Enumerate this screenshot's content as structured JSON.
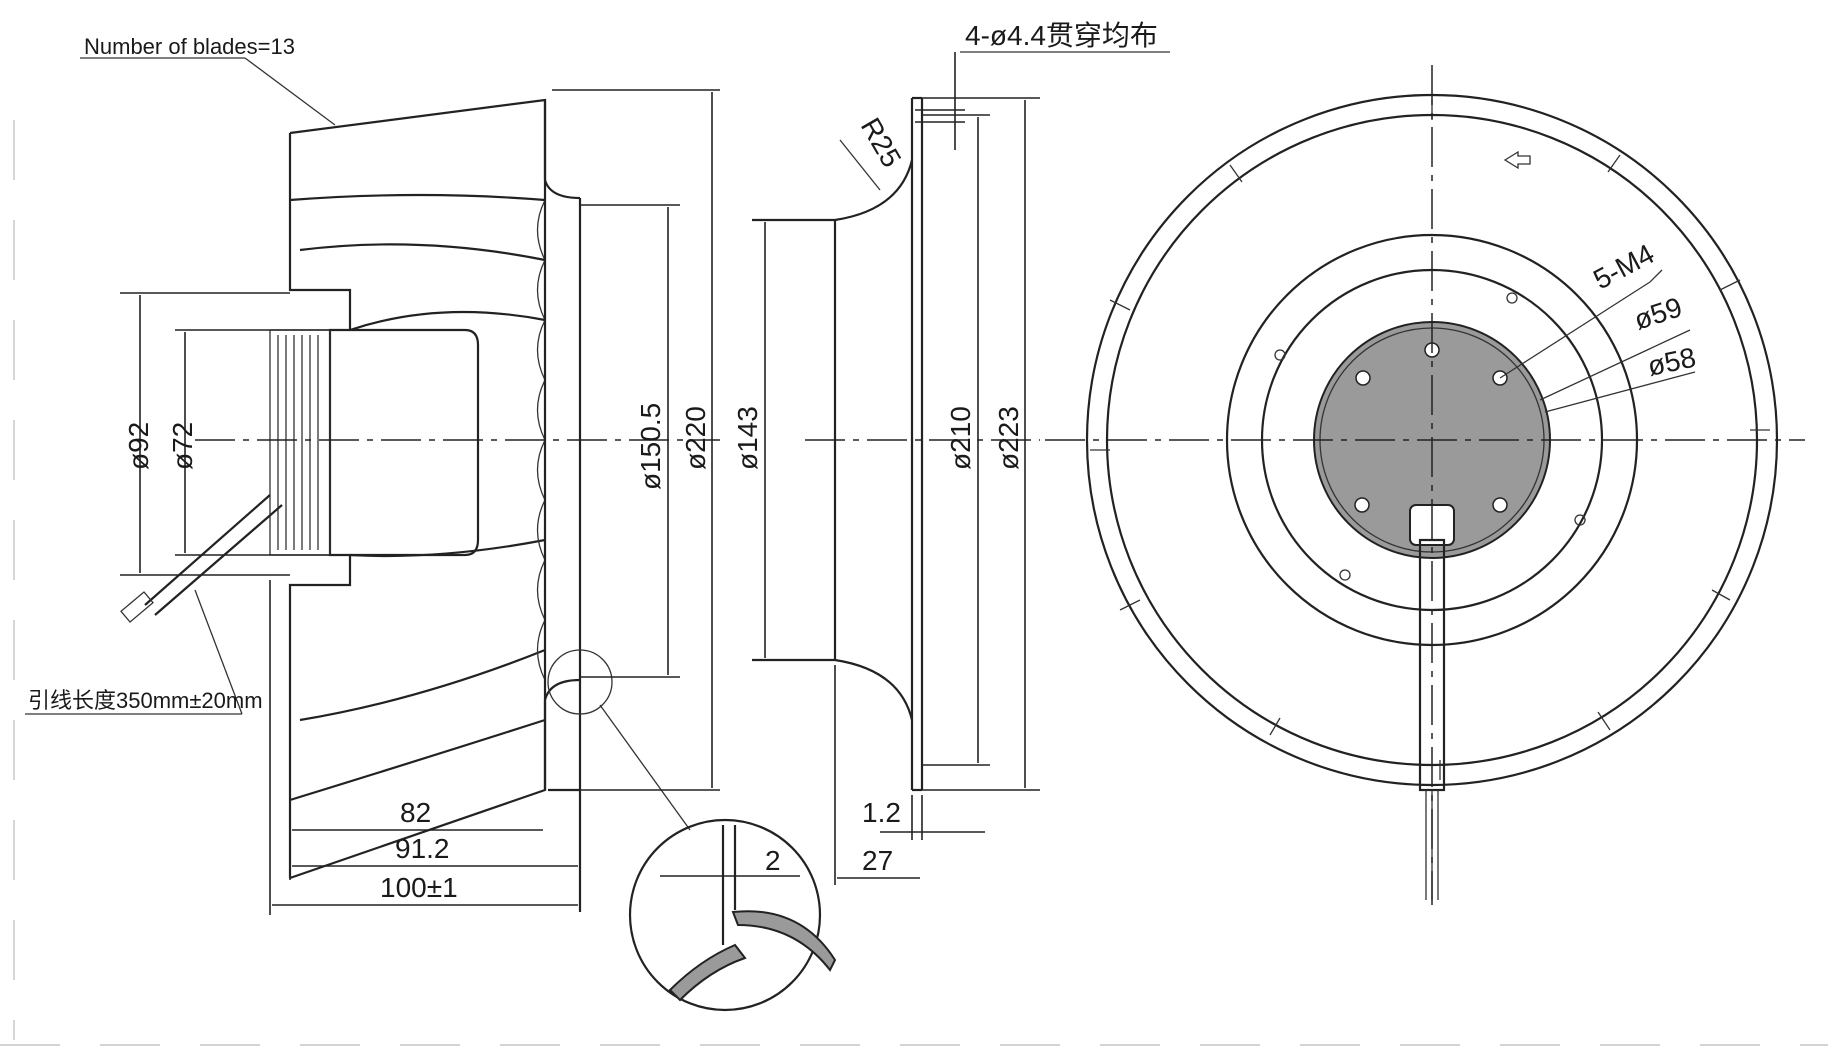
{
  "labels": {
    "blades": "Number of blades=13",
    "lead_length": "引线长度350mm±20mm",
    "holes": "4-ø4.4贯穿均布",
    "radius": "R25",
    "screws": "5-M4"
  },
  "dimensions": {
    "d92": "ø92",
    "d72": "ø72",
    "d150_5": "ø150.5",
    "d220": "ø220",
    "d143": "ø143",
    "d210": "ø210",
    "d223": "ø223",
    "d59": "ø59",
    "d58": "ø58",
    "len82": "82",
    "len91_2": "91.2",
    "len100": "100±1",
    "gap2": "2",
    "thk1_2": "1.2",
    "len27": "27"
  }
}
